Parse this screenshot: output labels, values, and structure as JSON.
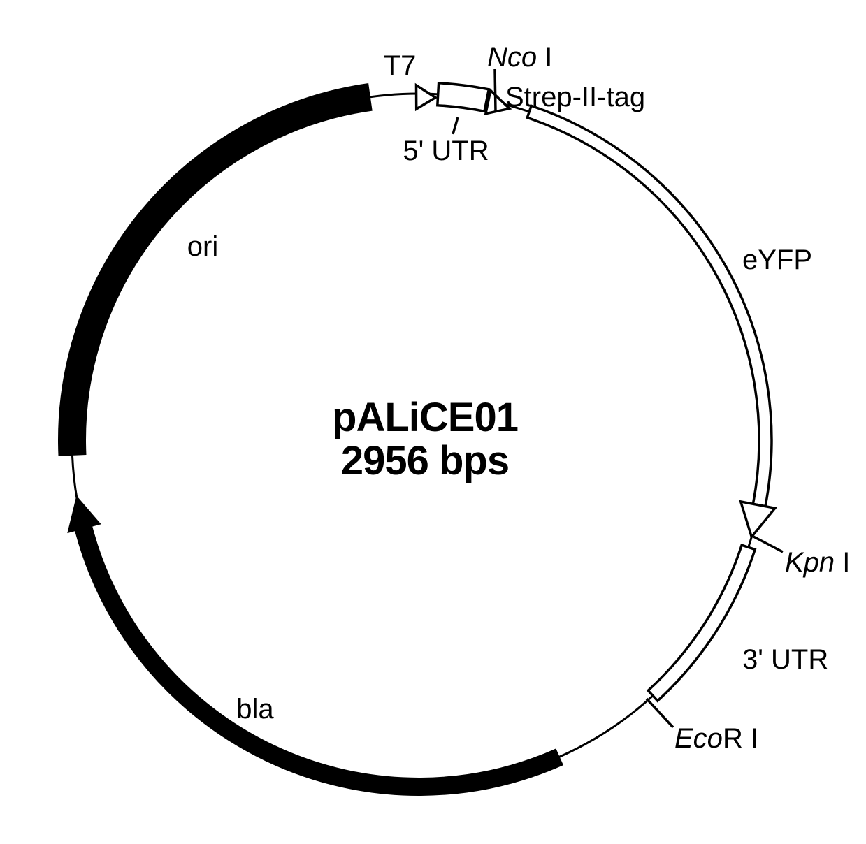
{
  "plasmid": {
    "title": "pALiCE01",
    "size_label": "2956 bps",
    "labels": {
      "t7": "T7",
      "utr5": "5' UTR",
      "strep": "Strep-II-tag",
      "eyfp": "eYFP",
      "utr3": "3' UTR",
      "bla": "bla",
      "ori": "ori"
    },
    "restriction_sites": {
      "nco": {
        "italic": "Nco",
        "rest": " I"
      },
      "kpn": {
        "italic": "Kpn",
        "rest": " I"
      },
      "eco": {
        "italic": "Eco",
        "rest": "R I"
      }
    },
    "colors": {
      "ink": "#000000",
      "background": "#ffffff"
    }
  }
}
